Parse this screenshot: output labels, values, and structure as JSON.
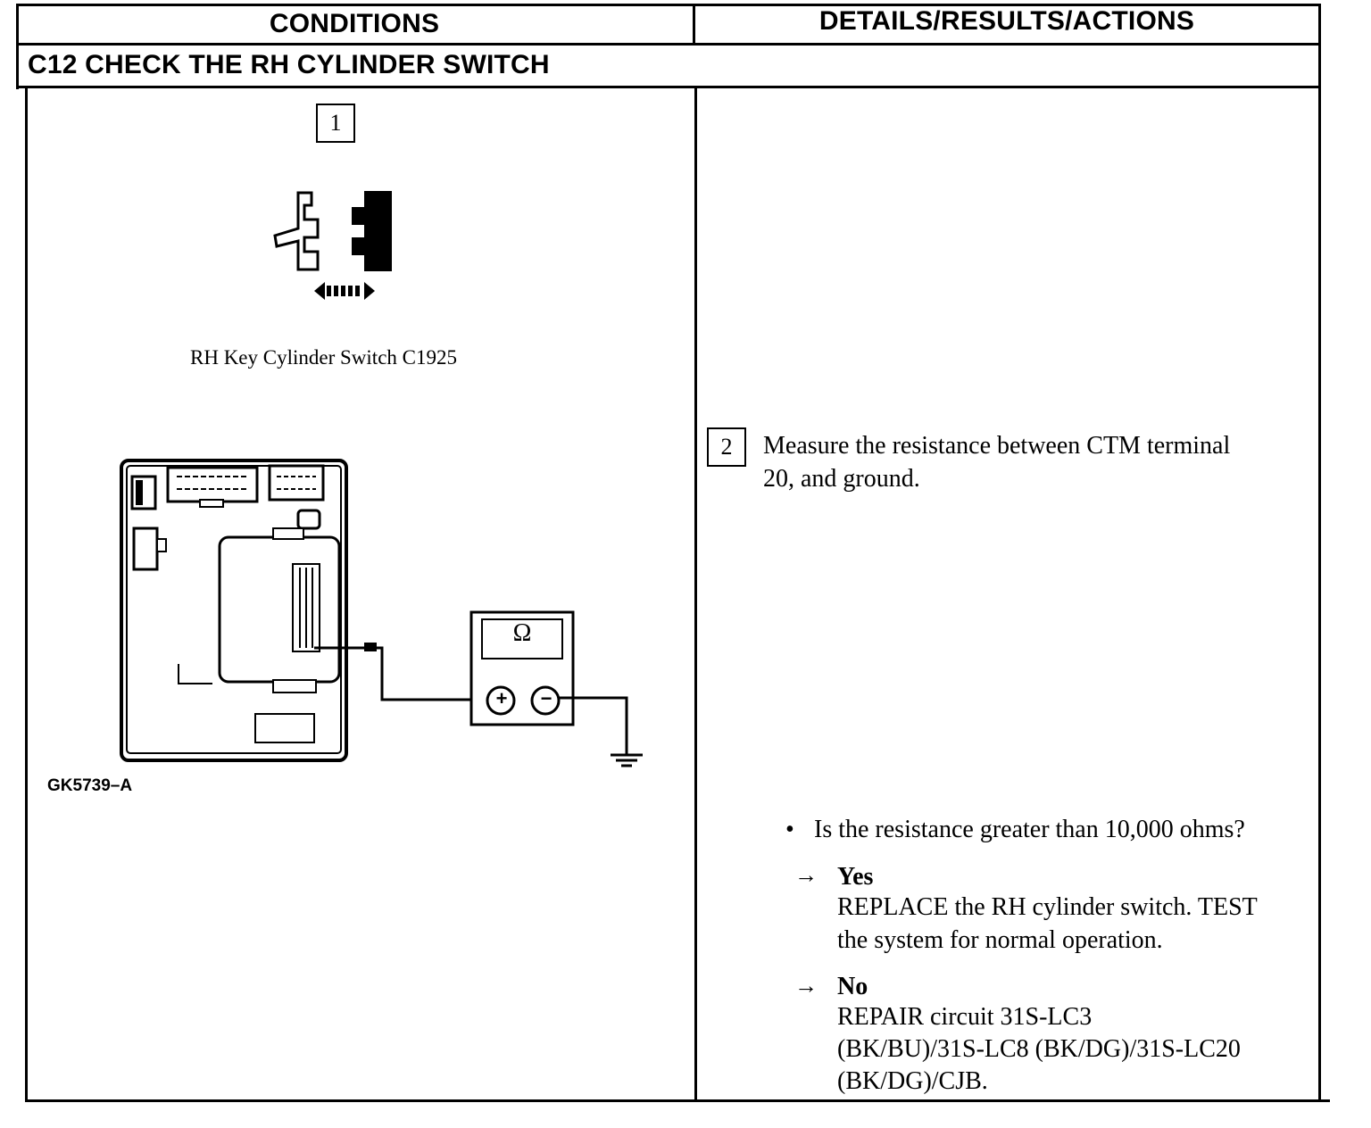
{
  "header": {
    "conditions": "CONDITIONS",
    "details": "DETAILS/RESULTS/ACTIONS"
  },
  "section": {
    "title": "C12 CHECK THE RH CYLINDER SWITCH"
  },
  "left": {
    "step_number": "1",
    "connector_caption": "RH Key Cylinder Switch C1925",
    "meter_symbol": "Ω",
    "plus_symbol": "+",
    "minus_symbol": "−",
    "figure_id": "GK5739–A"
  },
  "right": {
    "step_number": "2",
    "instruction_line1": "Measure the resistance between CTM terminal",
    "instruction_line2": "20, and ground.",
    "question": "Is the resistance greater than 10,000 ohms?",
    "bullet": "•",
    "arrow": "→",
    "yes_label": "Yes",
    "yes_line1": "REPLACE the RH cylinder switch. TEST",
    "yes_line2": "the system for normal operation.",
    "no_label": "No",
    "no_line1": "REPAIR circuit 31S-LC3",
    "no_line2": "(BK/BU)/31S-LC8 (BK/DG)/31S-LC20",
    "no_line3": "(BK/DG)/CJB."
  }
}
